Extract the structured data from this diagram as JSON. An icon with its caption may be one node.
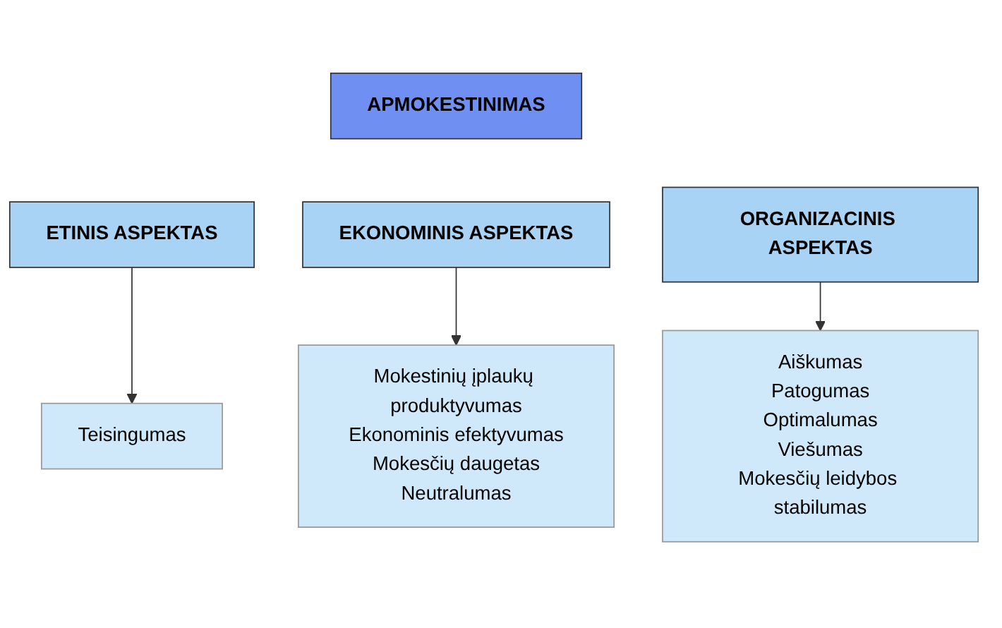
{
  "diagram": {
    "nodes": [
      {
        "text": [
          "APMOKESTINIMAS"
        ]
      },
      {
        "text": [
          "ETINIS ASPEKTAS"
        ]
      },
      {
        "text": [
          "EKONOMINIS ASPEKTAS"
        ]
      },
      {
        "text": [
          "ORGANIZACINIS ASPEKTAS"
        ]
      },
      {
        "text": [
          "Teisingumas"
        ]
      },
      {
        "text": [
          "Mokestinių įplaukų produktyvumas",
          "Ekonominis efektyvumas",
          "Mokesčių daugetas",
          "Neutralumas"
        ]
      },
      {
        "text": [
          "Aiškumas",
          "Patogumas",
          "Optimalumas",
          "Viešumas",
          "Mokesčių leidybos stabilumas"
        ]
      }
    ],
    "edges": [
      {
        "from": 1,
        "to": 4,
        "arrow": "to"
      },
      {
        "from": 2,
        "to": 5,
        "arrow": "to"
      },
      {
        "from": 3,
        "to": 6,
        "arrow": "to"
      }
    ]
  }
}
